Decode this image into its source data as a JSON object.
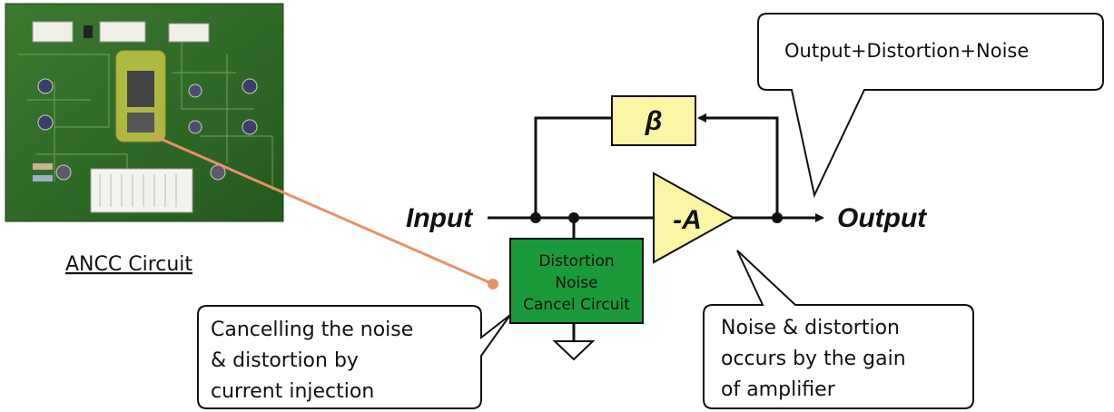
{
  "board": {
    "caption": "ANCC Circuit"
  },
  "diagram": {
    "input_label": "Input",
    "output_label": "Output",
    "beta_label": "β",
    "amp_label": "-A",
    "cancel_circuit_lines": [
      "Distortion",
      "Noise",
      "Cancel Circuit"
    ]
  },
  "callouts": {
    "output": {
      "lines": [
        "Output+Distortion+Noise"
      ]
    },
    "cancel": {
      "lines": [
        "Cancelling the noise",
        "& distortion by",
        "current injection"
      ]
    },
    "gain": {
      "lines": [
        "Noise & distortion",
        "occurs by the gain",
        "of amplifier"
      ]
    }
  },
  "colors": {
    "pcb_green": "#2f6b27",
    "cancel_box": "#1a9a3a",
    "yellow_fill": "#fbf5a6",
    "pointer_line": "#e8926a"
  }
}
